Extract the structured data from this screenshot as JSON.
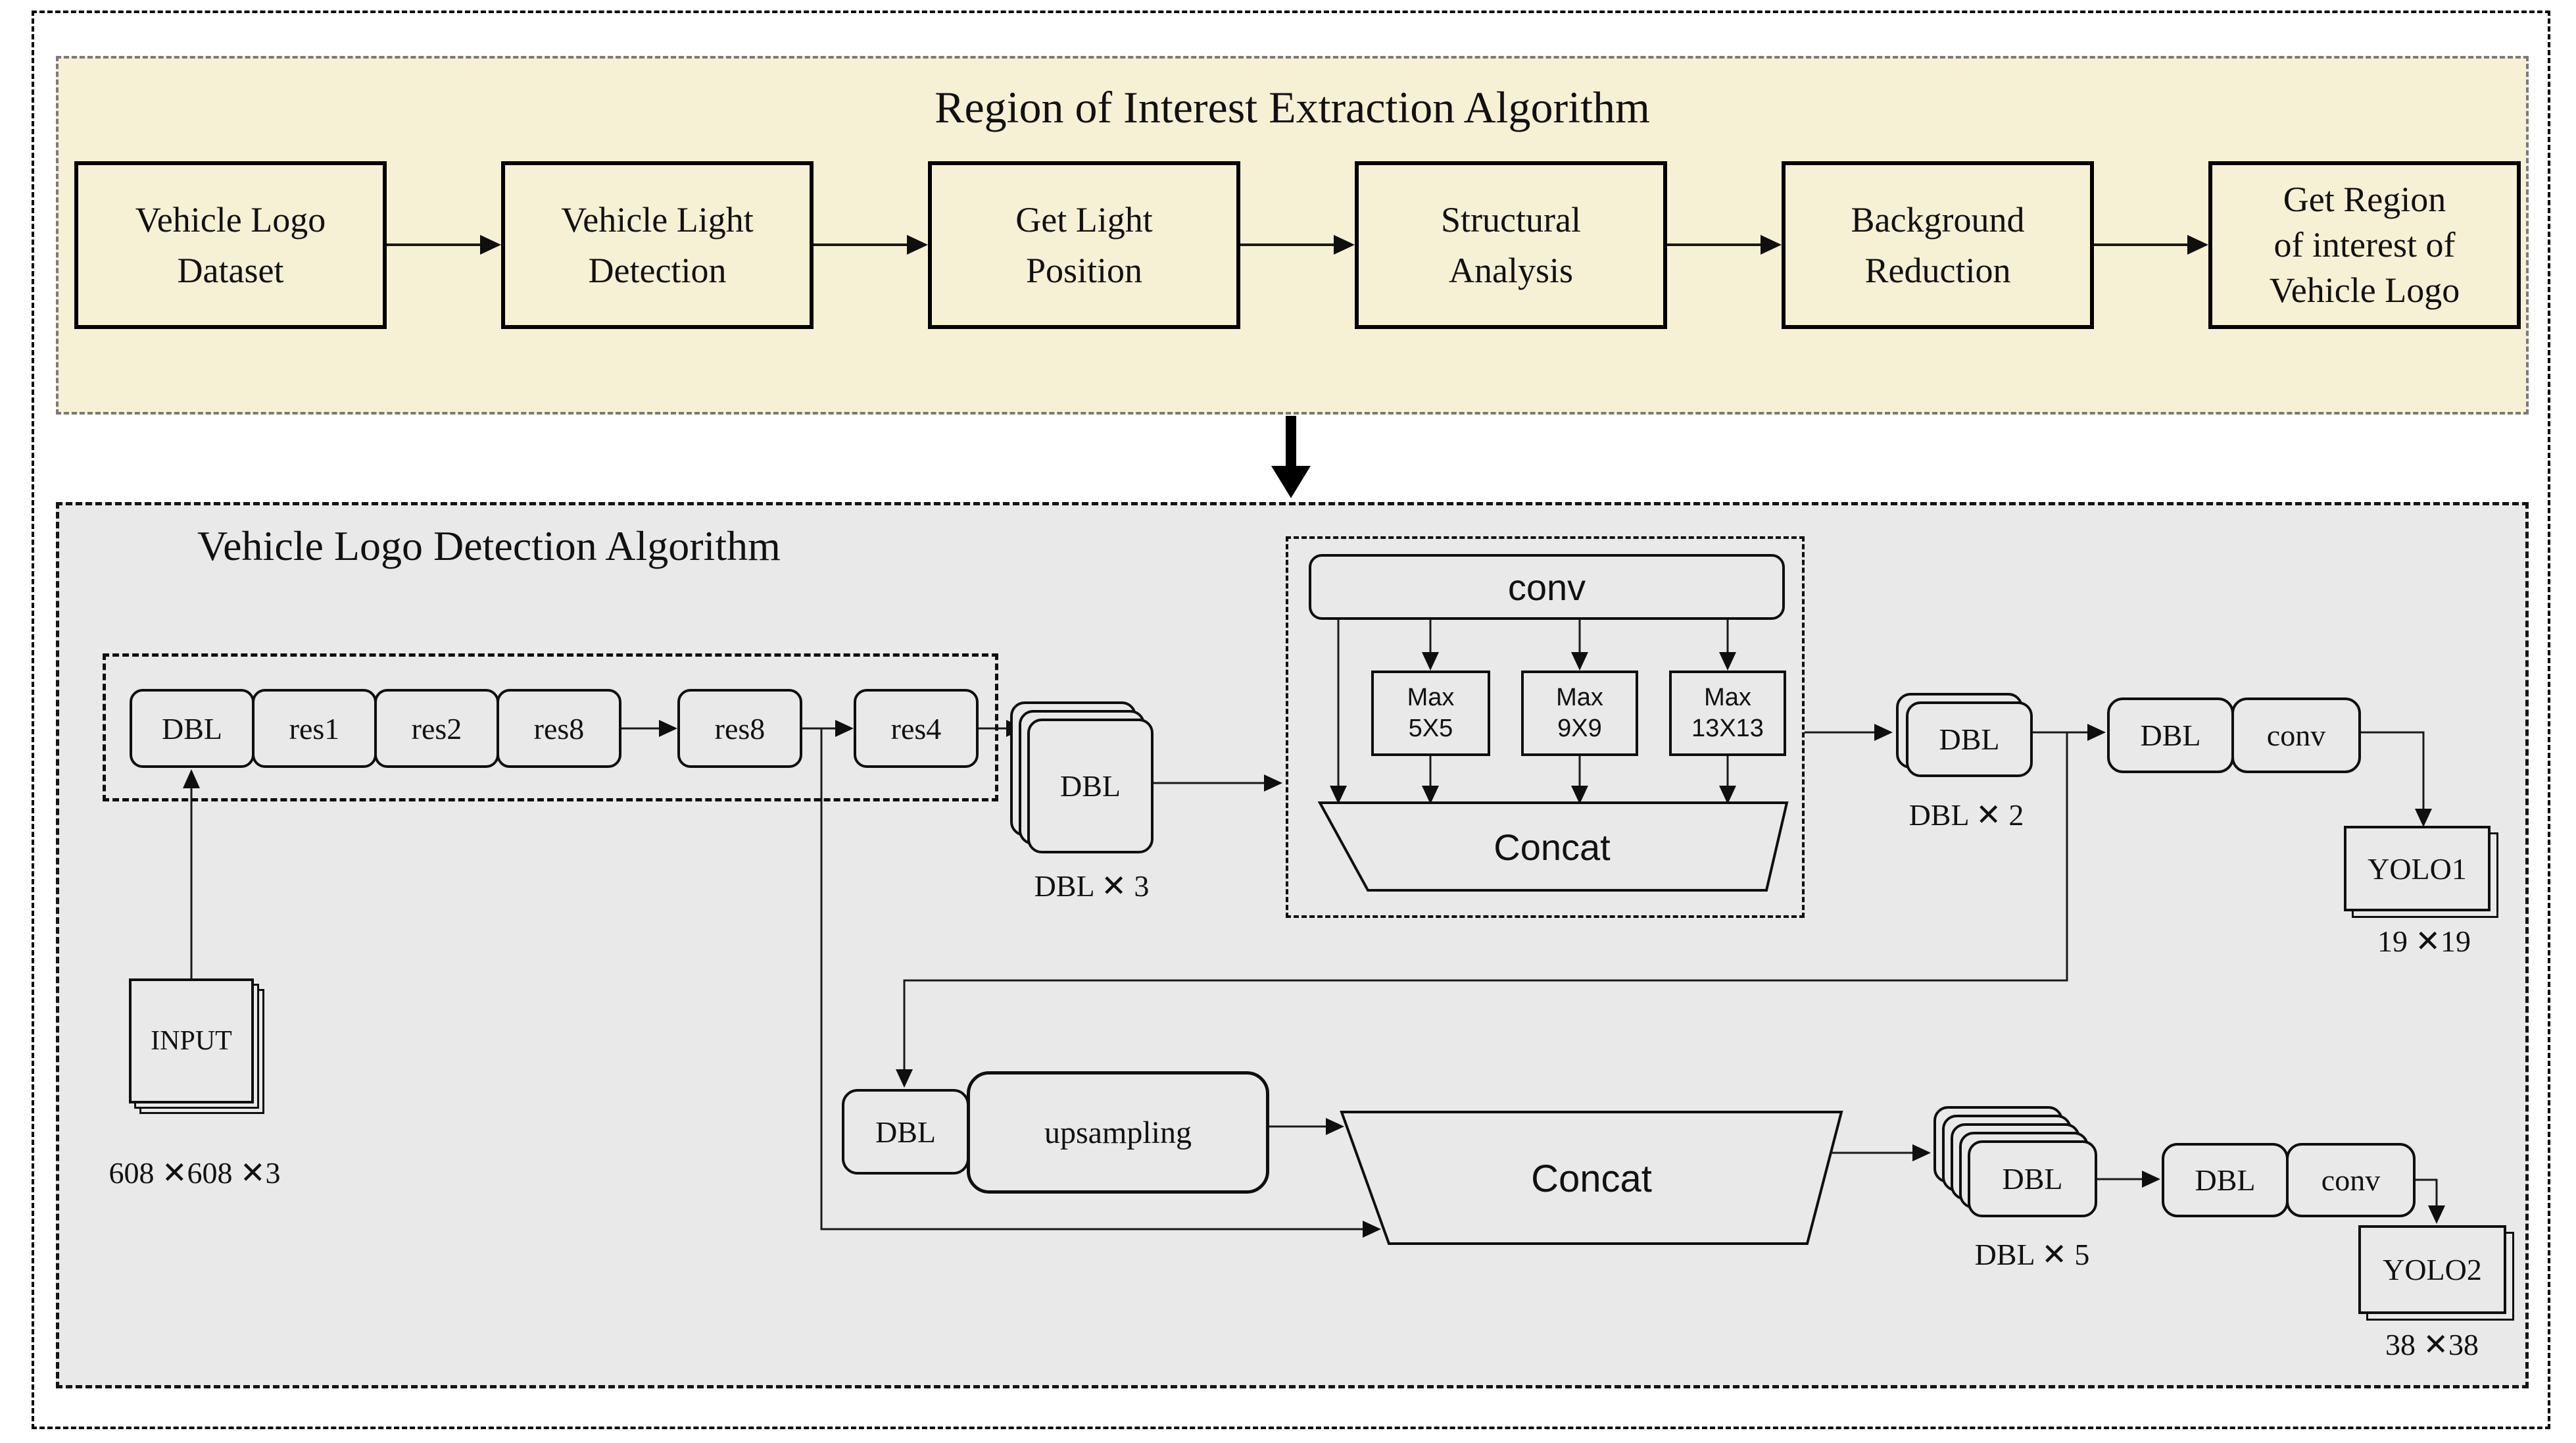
{
  "colors": {
    "roi_panel_bg": "#f6f0d5",
    "detection_panel_bg": "#e9e9e9",
    "line": "#1a1a1a",
    "border": "#000000"
  },
  "roi_panel": {
    "title": "Region of Interest Extraction Algorithm",
    "steps": [
      {
        "label": "Vehicle Logo\nDataset"
      },
      {
        "label": "Vehicle Light\nDetection"
      },
      {
        "label": "Get Light\nPosition"
      },
      {
        "label": "Structural\nAnalysis"
      },
      {
        "label": "Background\nReduction"
      },
      {
        "label": "Get Region\nof interest of\nVehicle Logo"
      }
    ]
  },
  "detection_panel": {
    "title": "Vehicle Logo Detection Algorithm",
    "backbone": {
      "nodes": [
        "DBL",
        "res1",
        "res2",
        "res8",
        "res8",
        "res4"
      ]
    },
    "input": {
      "label": "INPUT",
      "dims": "608 ✕608 ✕3"
    },
    "dbl3": {
      "label": "DBL",
      "count": "DBL ✕ 3"
    },
    "spp": {
      "conv": "conv",
      "pools": [
        "Max\n5X5",
        "Max\n9X9",
        "Max\n13X13"
      ],
      "concat": "Concat"
    },
    "head1": {
      "dbl_stack": "DBL",
      "count": "DBL ✕ 2",
      "dbl": "DBL",
      "conv": "conv",
      "yolo": "YOLO1",
      "dims": "19 ✕19"
    },
    "upsample": {
      "dbl": "DBL",
      "label": "upsampling"
    },
    "concat2": "Concat",
    "head2": {
      "dbl_stack": "DBL",
      "count": "DBL ✕ 5",
      "dbl": "DBL",
      "conv": "conv",
      "yolo": "YOLO2",
      "dims": "38 ✕38"
    }
  }
}
